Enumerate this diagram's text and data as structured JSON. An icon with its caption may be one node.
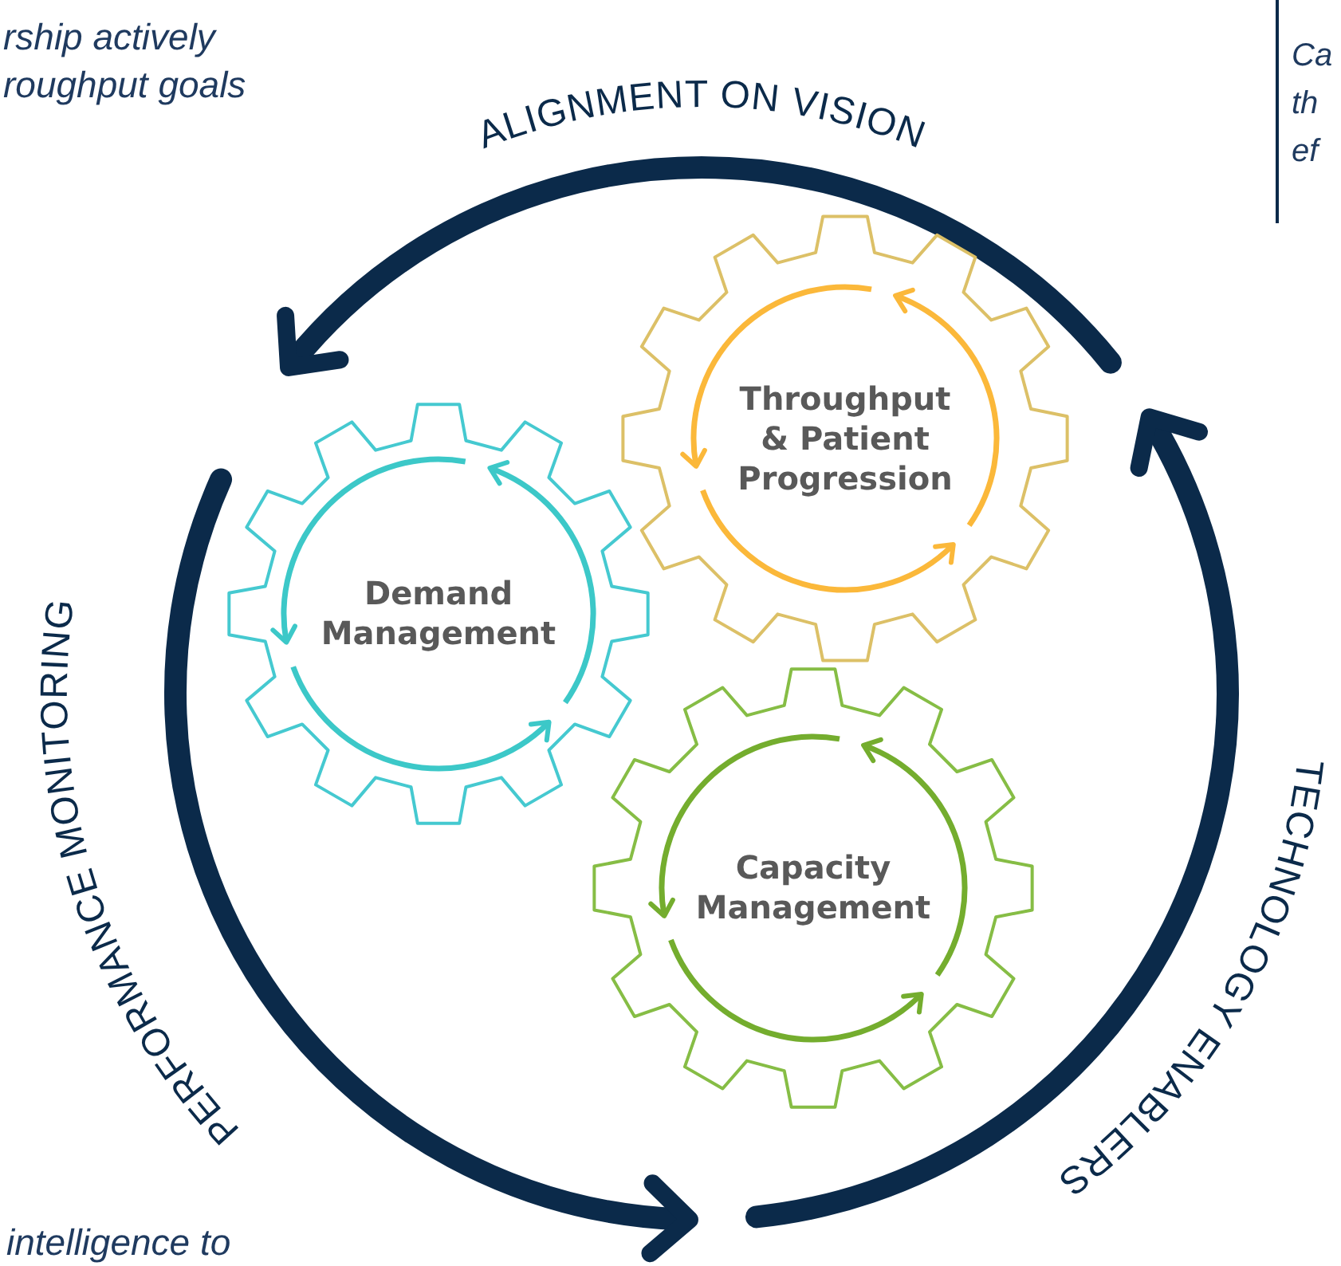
{
  "diagram": {
    "nodes": [
      {
        "text": [
          "Throughput & Patient Progression"
        ]
      },
      {
        "text": [
          "Demand Management"
        ]
      },
      {
        "text": [
          "Capacity Management"
        ]
      }
    ],
    "labels": [
      "rship actively roughput goals",
      "ALIGNMENT ON VISION",
      "Ca th ef",
      "PERFORMANCE MONITORING",
      "TECHNOLOGY ENABLERS",
      "intelligence to"
    ]
  }
}
